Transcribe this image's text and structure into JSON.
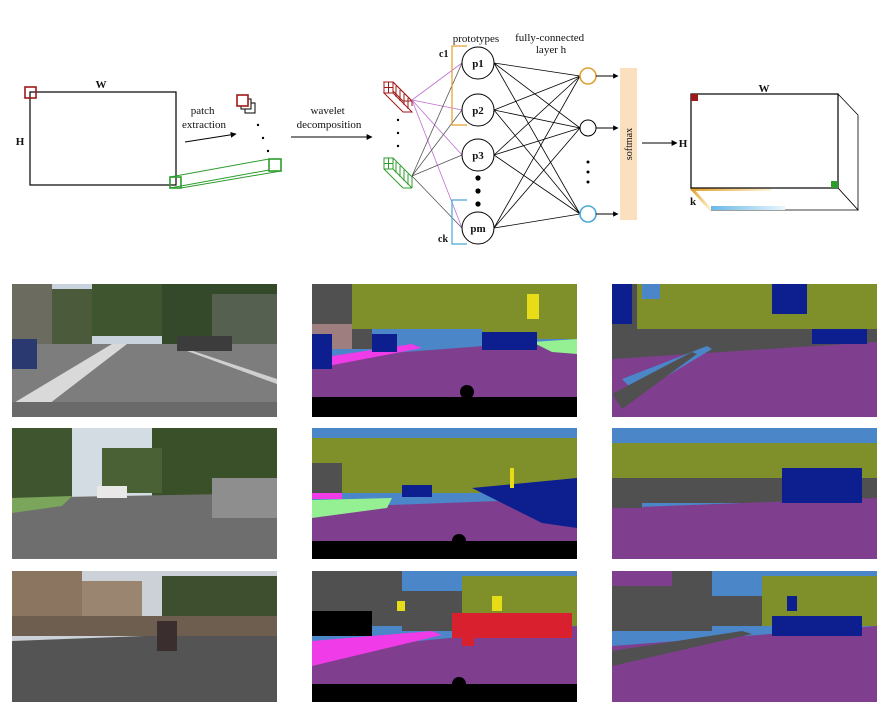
{
  "pipeline": {
    "input_w": "W",
    "input_h": "H",
    "patch_step": [
      "patch",
      "extraction"
    ],
    "wavelet_step": [
      "wavelet",
      "decomposition"
    ],
    "prototypes_label": "prototypes",
    "fc_label": [
      "fully-connected",
      "layer h"
    ],
    "c1": "c1",
    "ck": "ck",
    "p_labels": [
      "p1",
      "p2",
      "p3",
      "pm"
    ],
    "softmax": "softmax",
    "output_w": "W",
    "output_h": "H",
    "output_k": "k"
  },
  "colors": {
    "road": "#7f3f8e",
    "vegetation": "#7f8f2a",
    "sky": "#4a86c8",
    "building": "#505050",
    "sidewalk": "#f03ce8",
    "car": "#0d1e8f",
    "person": "#d8202e",
    "terrain": "#94f093",
    "sign": "#e6dc18",
    "ego": "#000000",
    "red_patch": "#a01818",
    "green_patch": "#2c9c2c",
    "orange": "#e0a030",
    "blue": "#4aa8d8",
    "violet": "#c070d0",
    "softmax_bg": "#fbe0c0"
  },
  "grid": {
    "rows": 3,
    "columns": [
      "input-photo",
      "ground-truth",
      "prediction"
    ]
  }
}
